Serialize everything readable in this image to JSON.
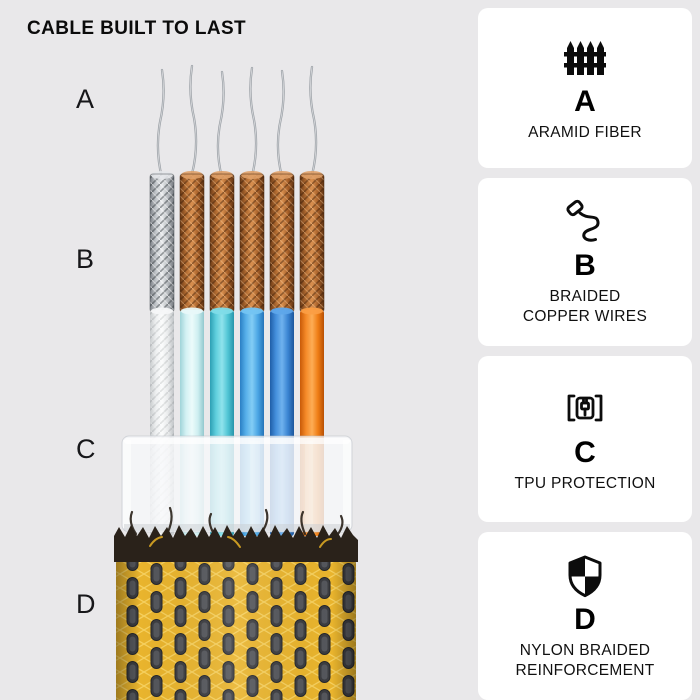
{
  "title": "CABLE BUILT TO LAST",
  "layers": [
    {
      "label": "A",
      "name": "aramid-fiber-strands"
    },
    {
      "label": "B",
      "name": "braided-copper-wires"
    },
    {
      "label": "C",
      "name": "tpu-protection"
    },
    {
      "label": "D",
      "name": "nylon-braided-reinforcement"
    }
  ],
  "cards": [
    {
      "letter": "A",
      "caption": "ARAMID FIBER",
      "icon": "fence-icon"
    },
    {
      "letter": "B",
      "caption": "BRAIDED\nCOPPER WIRES",
      "icon": "cable-plug-icon"
    },
    {
      "letter": "C",
      "caption": "TPU PROTECTION",
      "icon": "connector-case-icon"
    },
    {
      "letter": "D",
      "caption": "NYLON BRAIDED\nREINFORCEMENT",
      "icon": "shield-icon"
    }
  ],
  "colors": {
    "background": "#e9e8ea",
    "card_background": "#ffffff",
    "text": "#0d0d0d",
    "copper": "#b96a2e",
    "silver": "#c9ccd0",
    "wire_white": "#f2f4f5",
    "wire_ice": "#cdeef1",
    "wire_cyan": "#45bfd4",
    "wire_sky": "#3e9ce2",
    "wire_blue": "#2e7bd4",
    "wire_orange": "#f57a16",
    "tpu_translucent": "#f7f8fa",
    "nylon_gold": "#e9b42d",
    "braid_capsule_dark": "#3c3d41",
    "fray_dark": "#2a221a"
  }
}
